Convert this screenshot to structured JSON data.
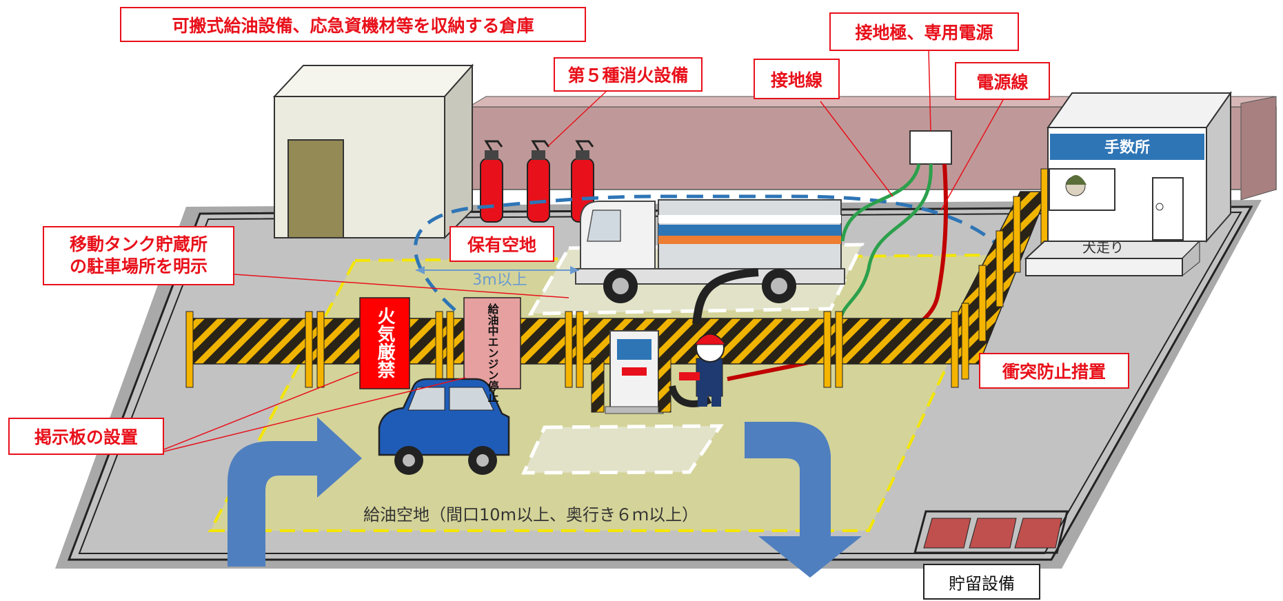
{
  "callouts": {
    "warehouse": "可搬式給油設備、応急資機材等を収納する倉庫",
    "extinguisher": "第５種消火設備",
    "grounding_wire": "接地線",
    "ground_electrode": "接地極、専用電源",
    "power_line": "電源線",
    "parking_line1": "移動タンク貯蔵所",
    "parking_line2": "の駐車場所を明示",
    "reserved_space": "保有空地",
    "signboard": "掲示板の設置",
    "collision": "衝突防止措置"
  },
  "labels": {
    "distance": "3m以上",
    "refuel_area": "給油空地（間口10m以上、奥行き６ｍ以上）",
    "storage": "貯留設備",
    "office_sign": "手数所",
    "walkway": "犬走り",
    "fire_sign": "火気厳禁",
    "engine_sign": "給油中エンジン停止"
  },
  "colors": {
    "callout_red": "#e8101a",
    "refuel_area_fill": "#d4d399",
    "arrow_blue": "#4f7fbf",
    "dashed_blue": "#2e75b6",
    "wall": "#bf9999",
    "fire_sign_bg": "#ff0000",
    "engine_sign_bg": "#e6a0a0"
  }
}
